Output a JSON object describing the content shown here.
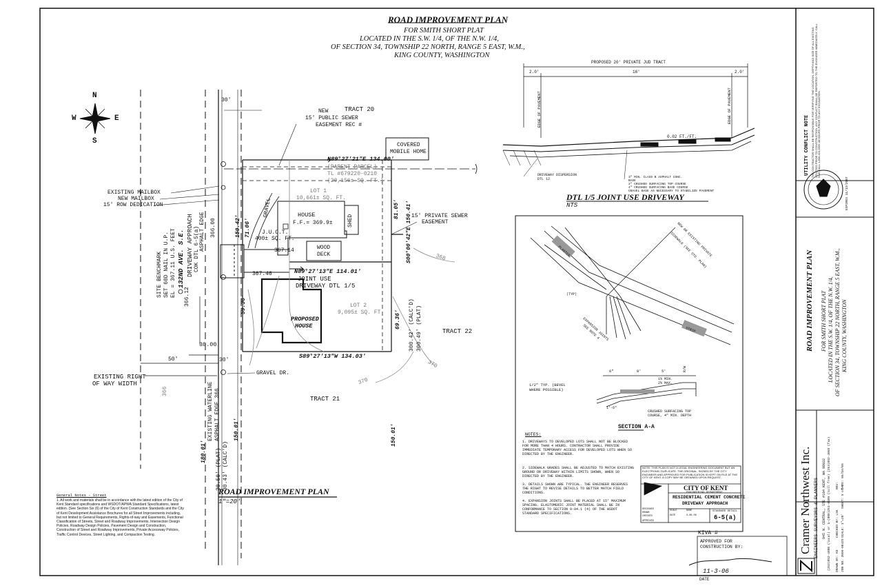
{
  "plan": {
    "title": "ROAD IMPROVEMENT PLAN",
    "for": "FOR SMITH SHORT PLAT",
    "loc1": "LOCATED IN THE S.W. 1/4, OF THE N.W. 1/4,",
    "loc2": "OF SECTION 34, TOWNSHIP 22 NORTH, RANGE 5 EAST, W.M.,",
    "loc3": "KING COUNTY, WASHINGTON",
    "bottom_title": "ROAD IMPROVEMENT PLAN",
    "scale": "1\"=20'"
  },
  "compass": {
    "n": "N",
    "s": "S",
    "e": "E",
    "w": "W"
  },
  "labels": {
    "tract20": "TRACT 20",
    "tract21": "TRACT 21",
    "tract22": "TRACT 22",
    "sewer_new": "NEW",
    "sewer_ease": "15' PUBLIC SEWER",
    "sewer_rec": "EASEMENT REC #",
    "mobile1": "COVERED",
    "mobile2": "MOBILE HOME",
    "bearing_top": "N89°27'21\"E 134.00'",
    "parent1": "(PARENT PARCEL)",
    "parent2": "TL #679220-0210",
    "parent3": "(20,156± SQ. FT.)",
    "lot1": "LOT 1",
    "lot1_area": "10,661± SQ. FT.",
    "house": "HOUSE",
    "ff": "F.F.= 369.9±",
    "shed": "SHED",
    "wood": "WOOD",
    "deck": "DECK",
    "gravel": "GRAVEL",
    "juot": "J.U.O.T.",
    "sq400": "400± SQ. FT.",
    "priv_sewer1": "15' PRIVATE SEWER",
    "priv_sewer2": "EASEMENT",
    "d8105": "81.05'",
    "brg_right": "S00°00'42\"E 150.41'",
    "c368": "368",
    "brg_mid": "N89°27'13\"E 114.01'",
    "juse1": "JOINT USE",
    "juse2": "DRIVEWAY DTL 1/5",
    "lot2": "LOT 2",
    "lot2_area": "9,095± SQ. FT.",
    "proposed1": "PROPOSED",
    "proposed2": "HOUSE",
    "d6936": "69.36'",
    "calc1": "300.42' (CALC'D)",
    "calc2": "300.49' (PLAT)",
    "brg_bot": "S89°27'13\"W 134.03'",
    "c370a": "370",
    "c370b": "370",
    "d15001": "150.01'",
    "mailbox1": "EXISTING MAILBOX",
    "mailbox2": "NEW MAILBOX",
    "row": "15' ROW DEDICATION",
    "bm1": "SITE BENCHMARK",
    "bm2": "SET 60D NAIL IN U.P.",
    "bm3": "EL = 367.11 U.S. FEET",
    "ave": "132ND AVE. S.E.",
    "app1": "DRIVEWAY APPROACH",
    "app2": "COK DTL 6-5(a)",
    "asph": "ASPHALT EDGE",
    "d36612": "366.12",
    "d5936": "59.36'",
    "d3000": "30.00'",
    "d50": "50'",
    "d30a": "30'",
    "d30b": "30'",
    "exrow1": "EXISTING RIGHT",
    "exrow2": "OF WAY WIDTH",
    "gravdr": "GRAVEL DR.",
    "wline": "EXISTING WATERLINE",
    "asph2": "ASPHALT EDGE 366",
    "d18001": "180.01'",
    "d15001b": "150.01'",
    "plat": "30.50' (PLAT)",
    "calc3": "30.43' (CALC'D)",
    "c366": "366",
    "d36746": "367.46",
    "d36714": "367.14",
    "d15042": "150.42'",
    "d7106": "71.06'",
    "d36600": "366.00"
  },
  "general_notes": {
    "title": "General Notes – Street",
    "body": "1. All work and materials shall be in accordance with the latest edition of the City of Kent Standard specifications and WSDOT/APWA Standard Specifications, latest edition. (See Section Six (6) of the City of Kent Construction Standards and the City of Kent Development Assistance Brochures for all Street Improvements including, but not limited to General Requirements, Rights-of-way and Easements, Functional Classification of Streets, Street and Roadway Improvements, Intersection Design Policies, Roadway Design Policies, Pavement Design and Construction, Construction of Street and Roadway Improvements, Private Accessway Policies, Traffic Control Devices, Street Lighting, and Compaction Testing."
  },
  "detail": {
    "tract": "PROPOSED 20' PRIVATE JUD TRACT",
    "w20a": "2.0'",
    "w16": "16'",
    "w20b": "2.0'",
    "edge1": "EDGE OF PAVEMENT",
    "edge2": "EDGE OF PAVEMENT",
    "slope": "0.02 FT./FT.",
    "disp1": "DRIVEWAY DISPERSION",
    "disp2": "DTL 12",
    "layer1": "3\" MIN. CLASS B ASPHALT CONC.",
    "layer2": "BASE",
    "layer3": "2\" CRUSHED SURFACING TOP COURSE",
    "layer4": "4\" CRUSHED SURFACING BASE COURSE",
    "layer5": "GRAVEL BASE AS NECESSARY TO STABILIZE PAVEMENT",
    "title": "DTL 1/5 JOINT USE DRIVEWAY",
    "nts": "NTS"
  },
  "std": {
    "new_or": "NEW OR EXISTING PRIVATE",
    "gutter": "SIDEWALK (SEE STD. PLAN)",
    "planter1": "PLANTER",
    "planter2": "STRIP",
    "expansion": "EXPANSION JOINTS",
    "typ": "(TYP)",
    "seenote": "SEE NOTE 4",
    "sec_title": "SECTION A-A",
    "d6": "6\"",
    "d8": "8'",
    "d5": "5'",
    "pct1": "1% MIN.",
    "pct2": "2% MAX.",
    "rw": "R/W",
    "bevel1": "1/2\" TYP. (BEVEL",
    "bevel2": "WHERE POSSIBLE)",
    "d16": "1'-6\"",
    "crush1": "CRUSHED SURFACING TOP",
    "crush2": "COURSE, 4\" MIN. DEPTH",
    "notes_title": "NOTES:",
    "n1": "1. DRIVEWAYS TO DEVELOPED LOTS SHALL NOT BE BLOCKED FOR MORE THAN 4 HOURS. CONTRACTOR SHALL PROVIDE IMMEDIATE TEMPORARY ACCESS FOR DEVELOPED LOTS WHEN SO DIRECTED BY THE ENGINEER.",
    "n2": "2. SIDEWALK GRADES SHALL BE ADJUSTED TO MATCH EXISTING GROUND OR DRIVEWAY WITHIN LIMITS SHOWN, WHEN SO DIRECTED BY THE ENGINEER.",
    "n3": "3. DETAILS SHOWN ARE TYPICAL. THE ENGINEER RESERVES THE RIGHT TO REVISE DETAILS TO BETTER MATCH FIELD CONDITIONS.",
    "n4": "4. EXPANSION JOINTS SHALL BE PLACED AT 15' MAXIMUM SPACING. ELASTOMERIC JOINT MATERIAL SHALL BE IN CONFORMANCE TO SECTION 9-04.1 (4) OF THE WSDOT STANDARD SPECIFICATIONS.",
    "legal": "NOTE: THIS PLAN IS NOT A LEGAL ENGINEERING DOCUMENT BUT AN ELECTRONIC DUPLICATE. THE ORIGINAL, SIGNED BY THE CITY ENGINEER AND APPROVED FOR PUBLICATION IS KEPT ON FILE AT THE CITY OF KENT. A COPY MAY BE OBTAINED UPON REQUEST.",
    "city": "CITY OF KENT",
    "dept": "ENGINEERING DEPARTMENT",
    "res1": "RESIDENTIAL CEMENT CONCRETE",
    "res2": "DRIVEWAY APPROACH",
    "std_detail": "STANDARD DETAIL",
    "num": "6-5(a)",
    "designed": "DESIGNED",
    "drawn": "DRAWN",
    "checked": "CHECKED",
    "approved": "APPROVED",
    "scale": "SCALE",
    "none": "NONE",
    "date": "DATE",
    "dateval": "3-08-06"
  },
  "kiva": {
    "kiva": "KIVA #",
    "approved1": "APPROVED FOR",
    "approved2": "CONSTRUCTION BY:",
    "datehand": "11-3-06",
    "date": "DATE"
  },
  "titleblock": {
    "utility_title": "UTILITY CONFLICT NOTE",
    "utility_body": "THE CONTRACTOR SHALL BE RESPONSIBLE FOR VERIFYING THE LOCATION, DEPTH AND SIZE OF ALL EXISTING UTILITIES PRIOR TO CONSTRUCTION. ANY CONFLICT SHALL BE REPORTED TO THE ENGINEER IMMEDIATELY. CALL ONE-CALL 1-800-424-5555 48 HOURS PRIOR TO ANY EXCAVATION.",
    "expires": "EXPIRES 11/13/2007",
    "sheet_title": "ROAD IMPROVEMENT PLAN",
    "s1": "FOR SMITH SHORT PLAT",
    "s2": "LOCATED IN THE S.W. 1/4, OF THE N.W. 1/4,",
    "s3": "OF SECTION 34, TOWNSHIP 22 NORTH, RANGE 5 EAST, W.M.,",
    "s4": "KING COUNTY, WASHINGTON",
    "firm": "Cramer Northwest Inc.",
    "disc": "ENGINEERS   SURVEYORS   &   PLANNERS",
    "addr": "945 N. CENTRAL, STE #104 KENT, WA 98032",
    "phone": "(253)852-4880 (local)   or 1-(800)251-6189 (toll free)   (253)852-4955 (fax)",
    "drawn": "DRAWN BY: KD",
    "checked": "CHECKED BY: LSK",
    "job": "JOB NO. 2006-00423",
    "scale": "SCALE: 1\"=20'",
    "sheet": "SHEET: 5 of 5",
    "rev": "REV:",
    "date": "DATE: 06/16/06"
  }
}
